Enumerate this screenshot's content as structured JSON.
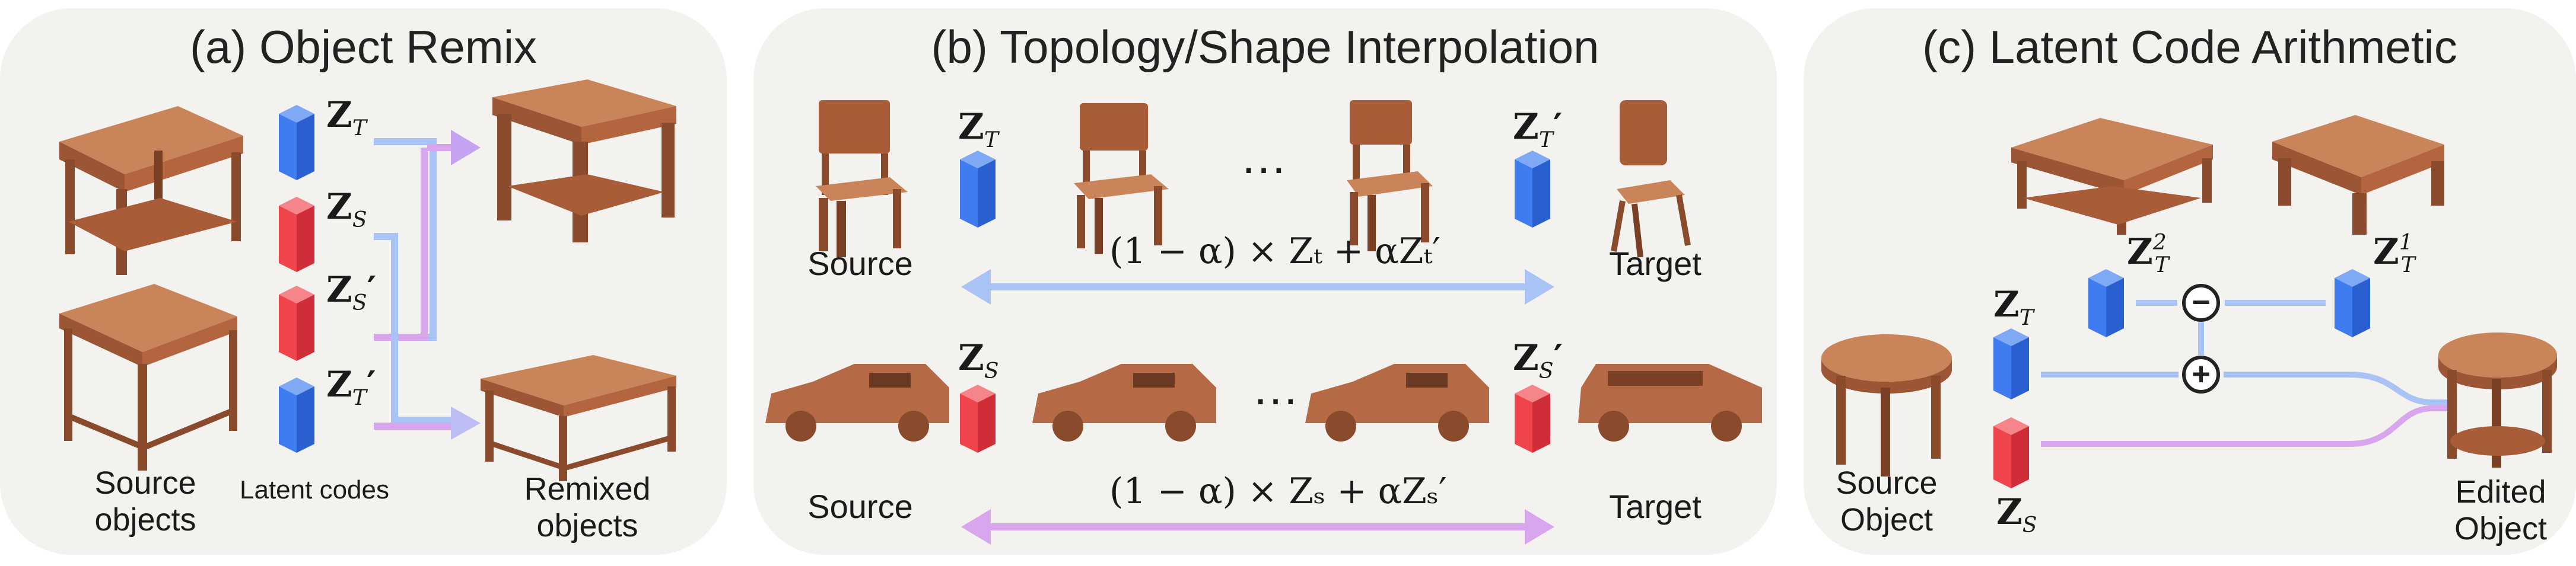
{
  "colors": {
    "latent_blue": "#2c6ee8",
    "latent_red": "#e8343f",
    "arrow_blue": "#a9c3f5",
    "arrow_purple": "#d8a6ec",
    "wood": "#b56a45",
    "panel_bg": "#f4f2ef"
  },
  "panel_a": {
    "title": "(a) Object Remix",
    "source_label": "Source\nobjects",
    "latent_label": "Latent codes",
    "remixed_label": "Remixed\nobjects",
    "codes": [
      {
        "letter": "Z",
        "sub": "T",
        "prime": "",
        "color": "blue"
      },
      {
        "letter": "Z",
        "sub": "S",
        "prime": "",
        "color": "red"
      },
      {
        "letter": "Z",
        "sub": "S",
        "prime": "′",
        "color": "red"
      },
      {
        "letter": "Z",
        "sub": "T",
        "prime": "′",
        "color": "blue"
      }
    ]
  },
  "panel_b": {
    "title": "(b) Topology/Shape Interpolation",
    "source_label_top": "Source",
    "target_label_top": "Target",
    "source_label_bottom": "Source",
    "target_label_bottom": "Target",
    "ellipsis": "…",
    "formula_top": "(1 − α) × Zₜ + αZₜ′",
    "formula_bottom": "(1 − α) × Zₛ + αZₛ′",
    "codes": {
      "top_left": {
        "letter": "Z",
        "sub": "T",
        "prime": ""
      },
      "top_right": {
        "letter": "Z",
        "sub": "T",
        "prime": "′"
      },
      "bottom_left": {
        "letter": "Z",
        "sub": "S",
        "prime": ""
      },
      "bottom_right": {
        "letter": "Z",
        "sub": "S",
        "prime": "′"
      }
    }
  },
  "panel_c": {
    "title": "(c) Latent Code Arithmetic",
    "source_label": "Source\nObject",
    "edited_label": "Edited\nObject",
    "minus": "−",
    "plus": "+",
    "codes": {
      "zt2": {
        "letter": "Z",
        "sub": "T",
        "sup": "2"
      },
      "zt1": {
        "letter": "Z",
        "sub": "T",
        "sup": "1"
      },
      "zt": {
        "letter": "Z",
        "sub": "T"
      },
      "zs": {
        "letter": "Z",
        "sub": "S"
      }
    }
  }
}
